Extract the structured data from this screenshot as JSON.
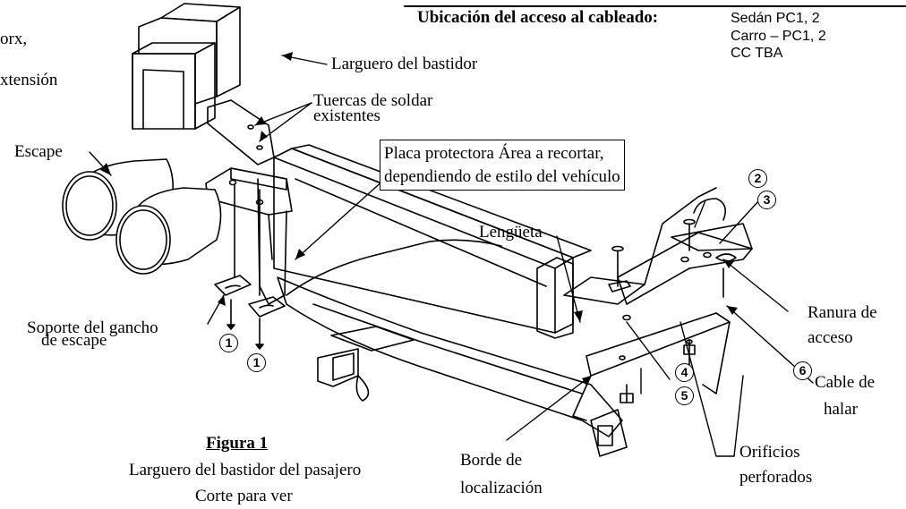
{
  "top_left_fragments": {
    "line1": "orx,",
    "line2": "xtensión"
  },
  "wiring_access": {
    "title": "Ubicación del acceso al cableado:",
    "sedan": "Sedán PC1, 2",
    "wagon": "Carro – PC1, 2",
    "cc": "CC TBA"
  },
  "labels": {
    "frame_rail": "Larguero del bastidor",
    "weld_nuts_line1": "Tuercas de soldar",
    "weld_nuts_line2": "existentes",
    "exhaust": "Escape",
    "heat_shield_line1": "Placa protectora Área a recortar,",
    "heat_shield_line2": "dependiendo de estilo del vehículo",
    "tab": "Lengüeta",
    "hanger_line1": "Soporte del gancho",
    "hanger_line2": "de escape",
    "access_slot_line1": "Ranura de",
    "access_slot_line2": "acceso",
    "pull_wire_line1": "Cable de",
    "pull_wire_line2": "halar",
    "drilled_holes_line1": "Orificios",
    "drilled_holes_line2": "perforados",
    "locating_edge_line1": "Borde de",
    "locating_edge_line2": "localización"
  },
  "figure": {
    "title": "Figura 1",
    "caption1": "Larguero del bastidor del pasajero",
    "caption2": "Corte para ver"
  },
  "callout_numbers": [
    "1",
    "1",
    "2",
    "3",
    "4",
    "5",
    "6"
  ]
}
